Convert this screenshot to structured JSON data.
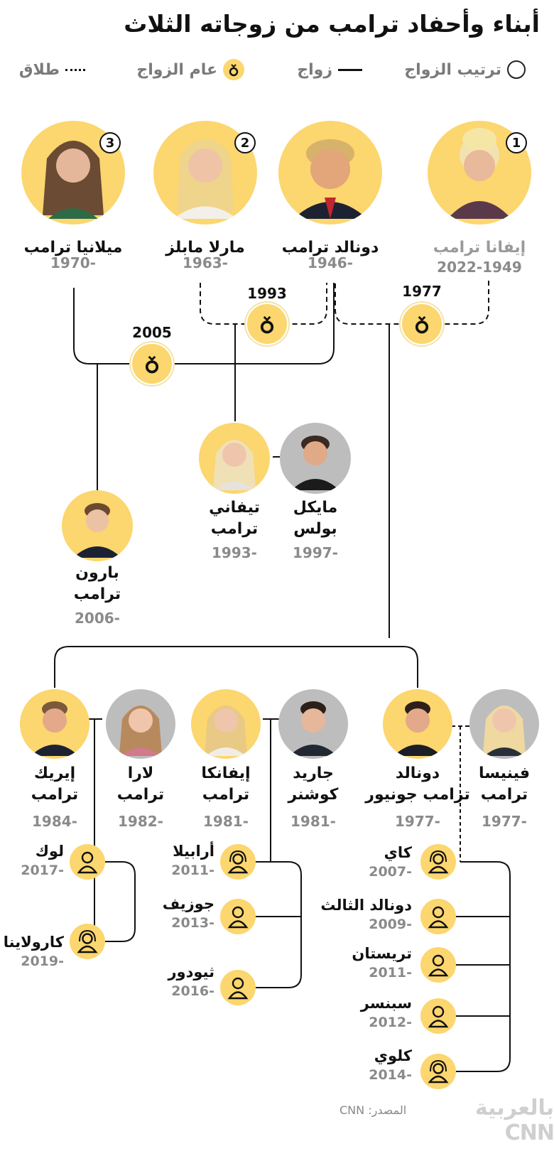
{
  "title": "أبناء وأحفاد ترامب من زوجاته الثلاث",
  "legend": {
    "order": "ترتيب الزواج",
    "marriage": "زواج",
    "wedding_year": "عام الزواج",
    "divorce": "طلاق"
  },
  "colors": {
    "accent": "#fcd66e",
    "gray_circle": "#bdbdbd",
    "line": "#111111"
  },
  "icons": {
    "ring": "ring-icon",
    "person": "person-icon",
    "person_female": "person-female-icon"
  },
  "wedding_years": [
    "1977",
    "1993",
    "2005"
  ],
  "top": {
    "ivana": {
      "name": "إيفانا ترامب",
      "years": "2022-1949",
      "order": "1"
    },
    "donald": {
      "name": "دونالد ترامب",
      "years": "1946-"
    },
    "marla": {
      "name": "مارلا مابلز",
      "years": "1963-",
      "order": "2"
    },
    "melania": {
      "name": "ميلانيا ترامب",
      "years": "1970-",
      "order": "3"
    }
  },
  "mid": {
    "michael": {
      "name1": "مايكل",
      "name2": "بولس",
      "year": "1997-"
    },
    "tiffany": {
      "name1": "تيفاني",
      "name2": "ترامب",
      "year": "1993-"
    },
    "barron": {
      "name1": "بارون",
      "name2": "ترامب",
      "year": "2006-"
    }
  },
  "children": [
    {
      "key": "vanessa",
      "name1": "فينيسا",
      "name2": "ترامب",
      "year": "1977-"
    },
    {
      "key": "donald_jr",
      "name1": "دونالد",
      "name2": "ترامب جونيور",
      "year": "1977-"
    },
    {
      "key": "jared",
      "name1": "جاريد",
      "name2": "كوشنر",
      "year": "1981-"
    },
    {
      "key": "ivanka",
      "name1": "إيفانكا",
      "name2": "ترامب",
      "year": "1981-"
    },
    {
      "key": "lara",
      "name1": "لارا",
      "name2": "ترامب",
      "year": "1982-"
    },
    {
      "key": "eric",
      "name1": "إيريك",
      "name2": "ترامب",
      "year": "1984-"
    }
  ],
  "grandchildren": {
    "eric": [
      {
        "name": "لوك",
        "year": "2017-",
        "icon": "person-icon"
      },
      {
        "name": "كارولاينا",
        "year": "2019-",
        "icon": "person-female-icon"
      }
    ],
    "ivanka": [
      {
        "name": "أرابيلا",
        "year": "2011-",
        "icon": "person-female-icon"
      },
      {
        "name": "جوزيف",
        "year": "2013-",
        "icon": "person-icon"
      },
      {
        "name": "ثيودور",
        "year": "2016-",
        "icon": "person-icon"
      }
    ],
    "donald_jr": [
      {
        "name": "كاي",
        "year": "2007-",
        "icon": "person-female-icon"
      },
      {
        "name": "دونالد الثالث",
        "year": "2009-",
        "icon": "person-icon"
      },
      {
        "name": "تريستان",
        "year": "2011-",
        "icon": "person-icon"
      },
      {
        "name": "سبنسر",
        "year": "2012-",
        "icon": "person-icon"
      },
      {
        "name": "كلوي",
        "year": "2014-",
        "icon": "person-female-icon"
      }
    ]
  },
  "source": "المصدر: CNN",
  "logo": "CNN بالعربية"
}
